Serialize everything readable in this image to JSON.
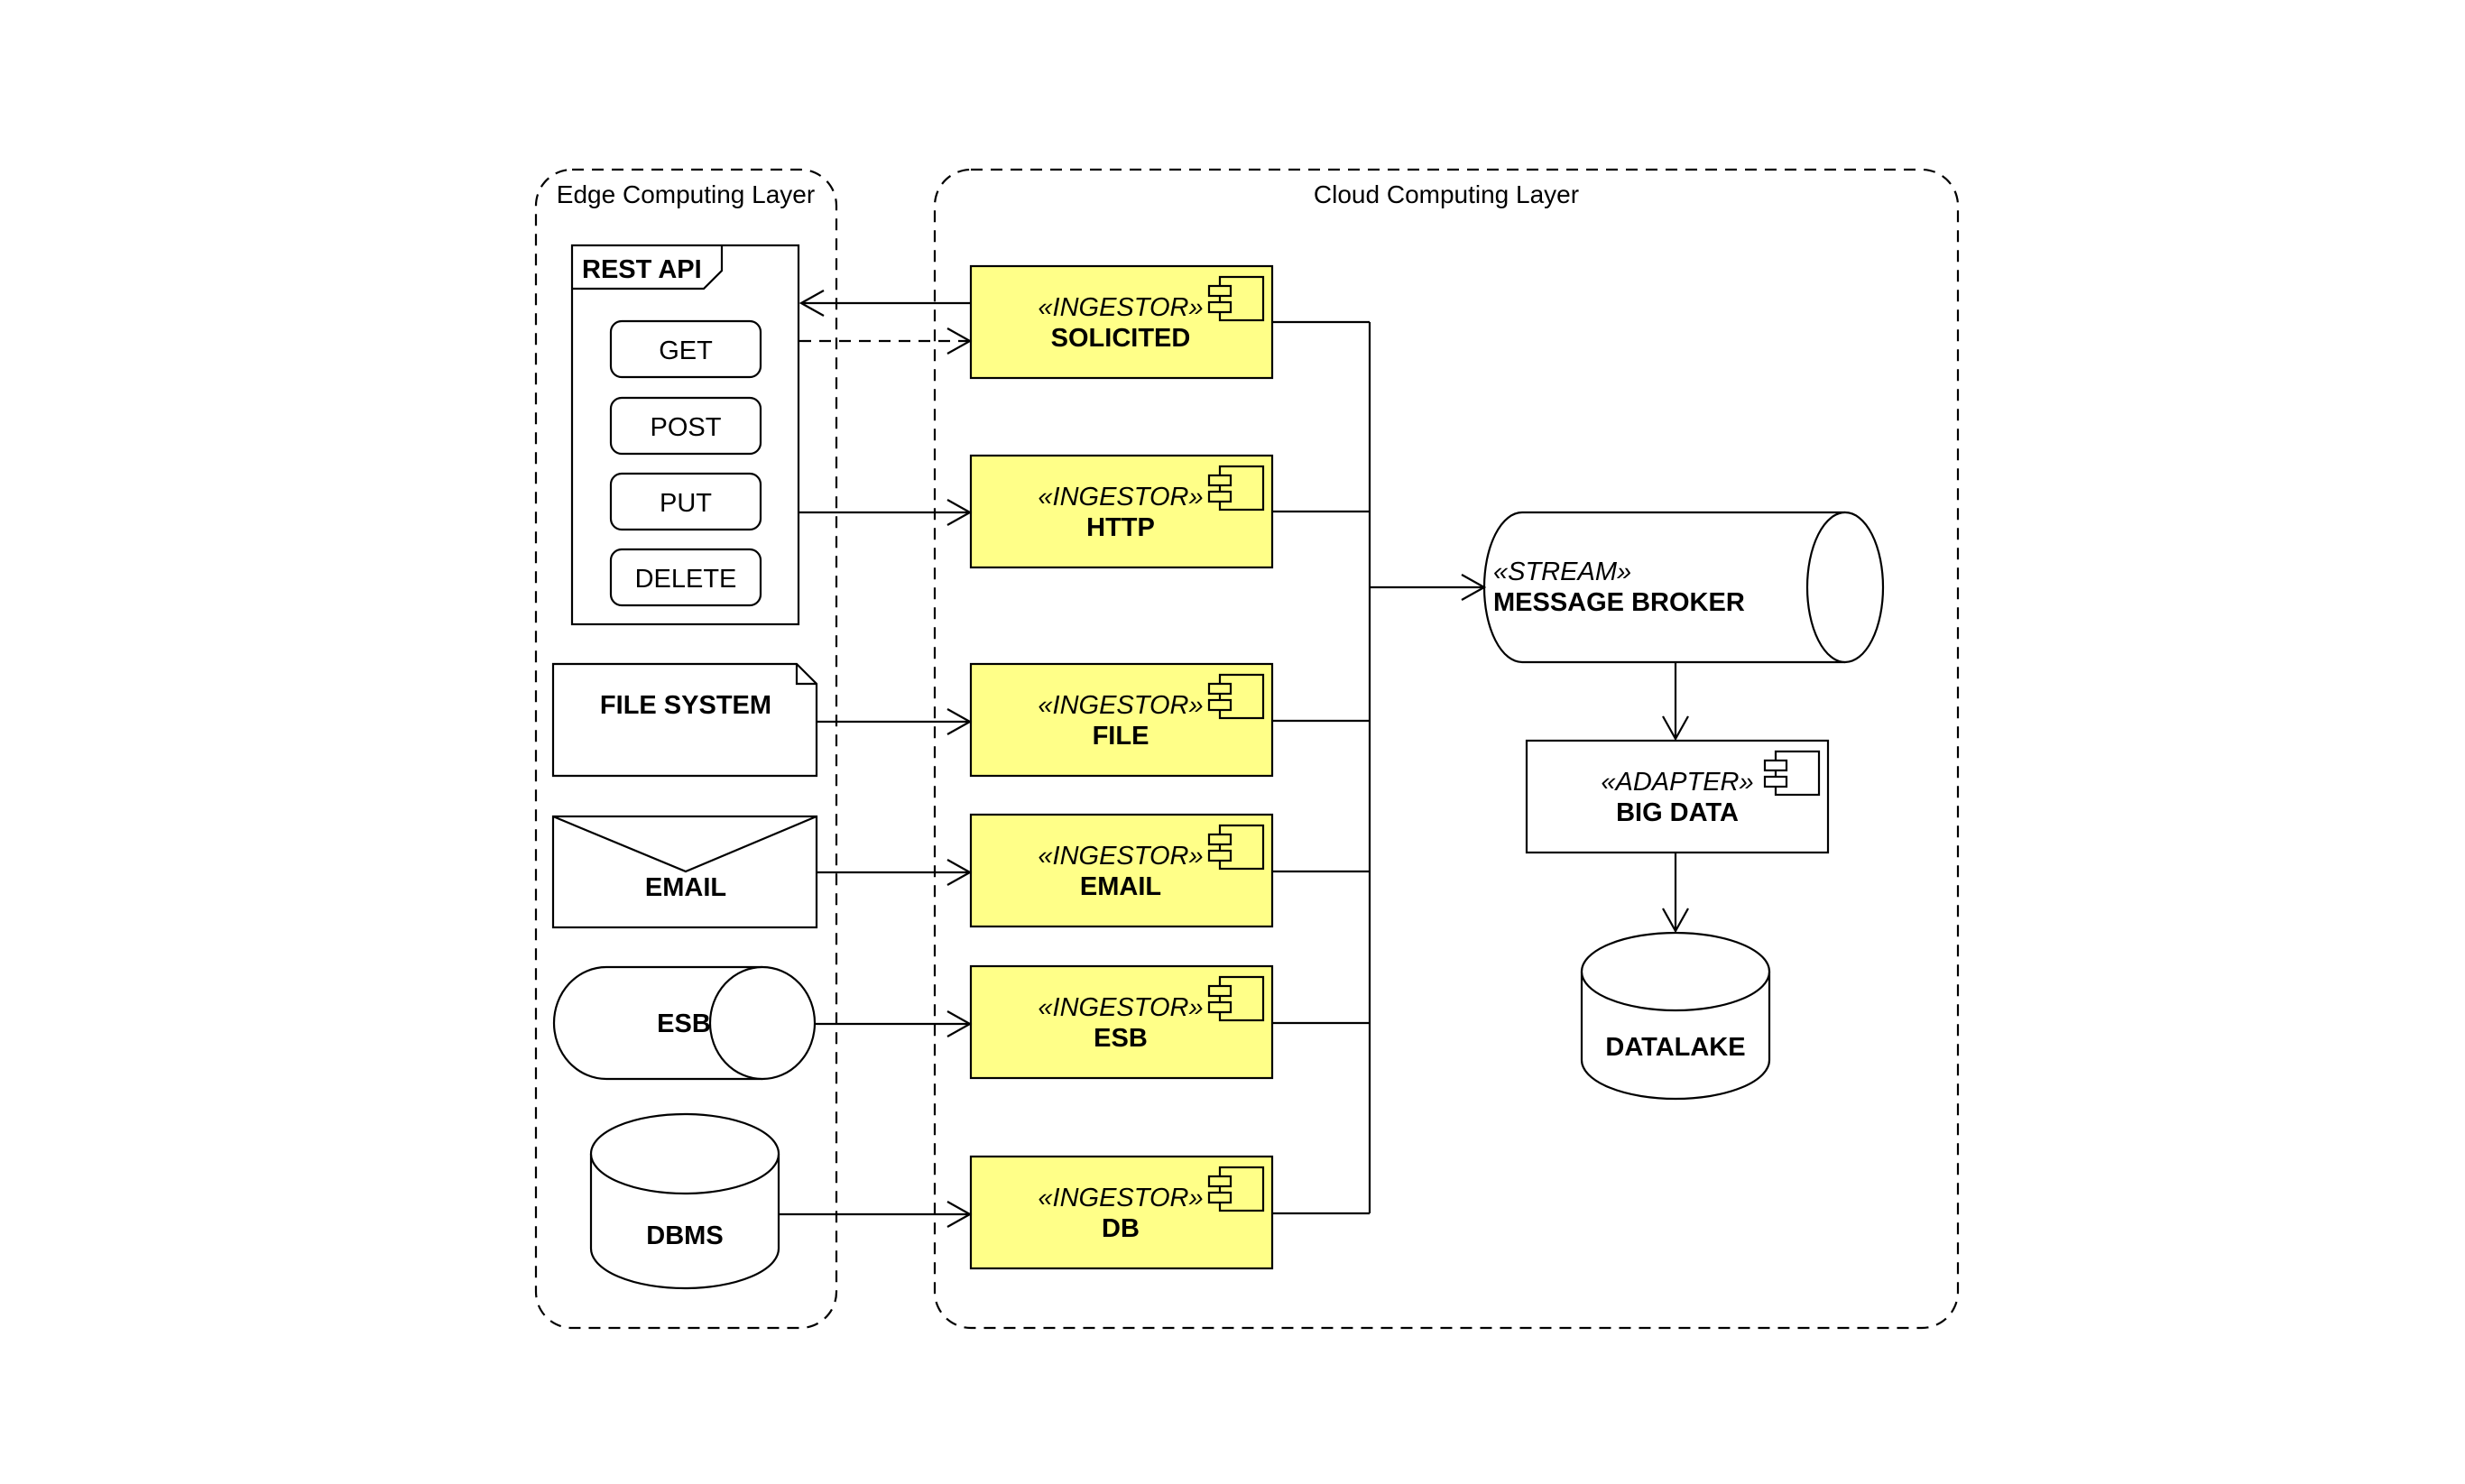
{
  "layers": {
    "edge": "Edge Computing Layer",
    "cloud": "Cloud Computing Layer"
  },
  "edge": {
    "rest_api": {
      "title": "REST API",
      "methods": [
        "GET",
        "POST",
        "PUT",
        "DELETE"
      ]
    },
    "file_system": "FILE SYSTEM",
    "email": "EMAIL",
    "esb": "ESB",
    "dbms": "DBMS"
  },
  "ingestors": [
    {
      "stereotype": "«INGESTOR»",
      "name": "SOLICITED"
    },
    {
      "stereotype": "«INGESTOR»",
      "name": "HTTP"
    },
    {
      "stereotype": "«INGESTOR»",
      "name": "FILE"
    },
    {
      "stereotype": "«INGESTOR»",
      "name": "EMAIL"
    },
    {
      "stereotype": "«INGESTOR»",
      "name": "ESB"
    },
    {
      "stereotype": "«INGESTOR»",
      "name": "DB"
    }
  ],
  "broker": {
    "stereotype": "«STREAM»",
    "name": "MESSAGE BROKER"
  },
  "adapter": {
    "stereotype": "«ADAPTER»",
    "name": "BIG DATA"
  },
  "datalake": "DATALAKE",
  "colors": {
    "component_fill": "#ffff88",
    "stroke": "#000000",
    "background": "#ffffff"
  },
  "icons": {
    "component": "uml-component-icon"
  }
}
